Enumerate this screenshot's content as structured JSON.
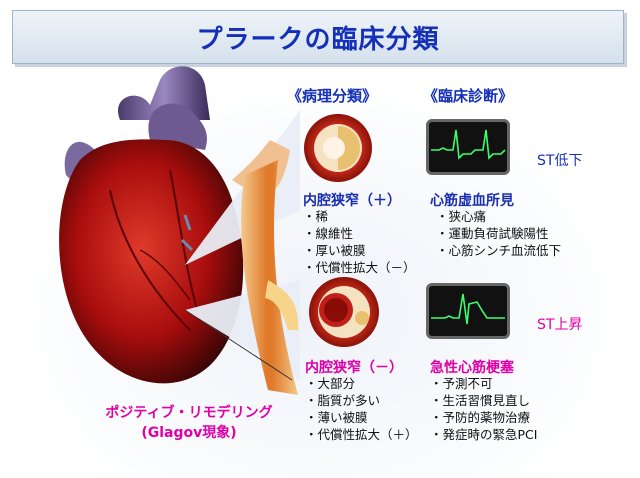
{
  "title": "プラークの臨床分類",
  "headers": {
    "pathology": "《病理分類》",
    "clinical": "《臨床診断》"
  },
  "stable": {
    "pathology_title": "内腔狭窄（＋）",
    "pathology_items": [
      "・稀",
      "・線維性",
      "・厚い被膜",
      "・代償性拡大（－）"
    ],
    "clinical_title": "心筋虚血所見",
    "clinical_items": [
      "・狭心痛",
      "・運動負荷試験陽性",
      "・心筋シンチ血流低下"
    ],
    "ecg_label": "ST低下"
  },
  "unstable": {
    "pathology_title": "内腔狭窄（－）",
    "pathology_items": [
      "・大部分",
      "・脂質が多い",
      "・薄い被膜",
      "・代償性拡大（＋）"
    ],
    "clinical_title": "急性心筋梗塞",
    "clinical_items": [
      "・予測不可",
      "・生活習慣見直し",
      "・予防的薬物治療",
      "・発症時の緊急PCI"
    ],
    "ecg_label": "ST上昇"
  },
  "remodeling": {
    "line1": "ポジティブ・リモデリング",
    "line2": "(Glagov現象)"
  },
  "colors": {
    "title_blue": "#1530b8",
    "label_blue": "#1a2fb0",
    "label_magenta": "#e000a8",
    "heart_red": "#b81010",
    "ecg_green": "#3cff6e"
  }
}
